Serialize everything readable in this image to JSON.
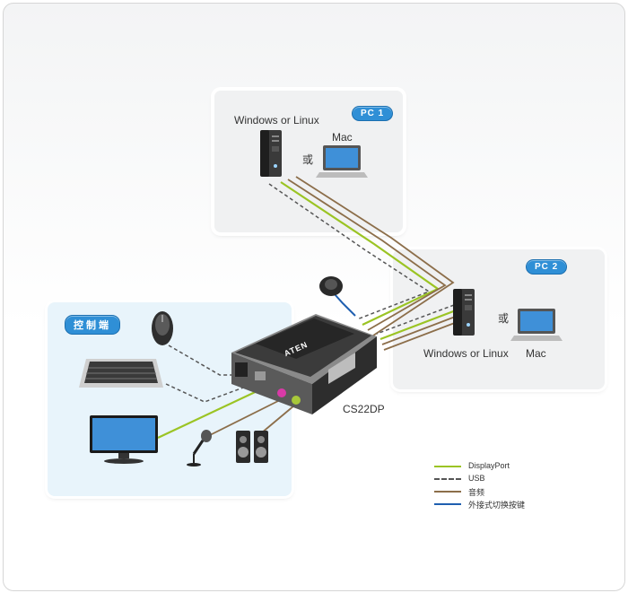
{
  "colors": {
    "displayport": "#9bc424",
    "usb": "#555555",
    "audio": "#8c6e4a",
    "remote": "#1f5fb0",
    "badge": "#2f8fd6"
  },
  "pc1": {
    "badge": "PC 1",
    "os_label": "Windows or Linux",
    "or_label": "或",
    "mac_label": "Mac"
  },
  "pc2": {
    "badge": "PC 2",
    "os_label": "Windows or Linux",
    "or_label": "或",
    "mac_label": "Mac"
  },
  "console": {
    "badge": "控制端"
  },
  "device": {
    "brand": "ATEN",
    "model": "CS22DP"
  },
  "legend": [
    {
      "label": "DisplayPort",
      "style": "solid",
      "color_key": "displayport"
    },
    {
      "label": "USB",
      "style": "dashed",
      "color_key": "usb"
    },
    {
      "label": "音频",
      "style": "solid",
      "color_key": "audio"
    },
    {
      "label": "外接式切换按键",
      "style": "solid",
      "color_key": "remote"
    }
  ],
  "icons": [
    "tower-pc-icon",
    "laptop-icon",
    "mouse-icon",
    "keyboard-icon",
    "monitor-icon",
    "microphone-icon",
    "speakers-icon",
    "remote-button-icon",
    "kvm-switch-icon"
  ]
}
